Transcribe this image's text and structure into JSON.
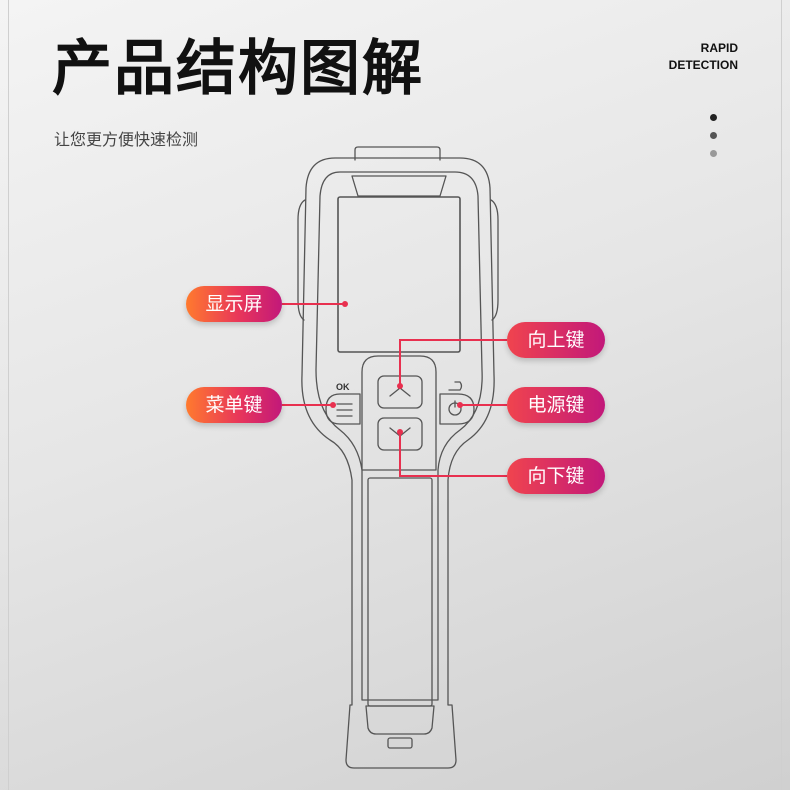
{
  "header": {
    "title": "产品结构图解",
    "subtitle": "让您更方便快速检测",
    "brand_line1": "RAPID",
    "brand_line2": "DETECTION"
  },
  "pagination": {
    "dots": [
      "#222222",
      "#555555",
      "#999999"
    ]
  },
  "device": {
    "ok_label": "OK",
    "labels": {
      "display": "显示屏",
      "menu_key": "菜单键",
      "up_key": "向上键",
      "power_key": "电源键",
      "down_key": "向下键"
    }
  },
  "colors": {
    "accent_orange": "#ff7a2e",
    "accent_magenta": "#c2187a",
    "outline": "#555555"
  }
}
